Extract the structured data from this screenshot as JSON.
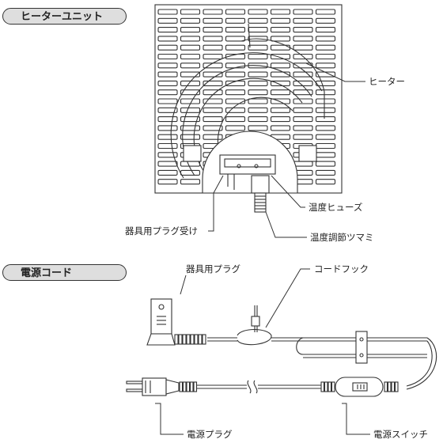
{
  "sections": {
    "heater_unit": "ヒーターユニット",
    "power_cord": "電源コード"
  },
  "labels": {
    "heater": "ヒーター",
    "temperature_fuse": "温度ヒューズ",
    "appliance_plug_receptacle": "器具用プラグ受け",
    "temperature_knob": "温度調節ツマミ",
    "appliance_plug": "器具用プラグ",
    "cord_hook": "コードフック",
    "power_plug": "電源プラグ",
    "power_switch": "電源スイッチ"
  }
}
